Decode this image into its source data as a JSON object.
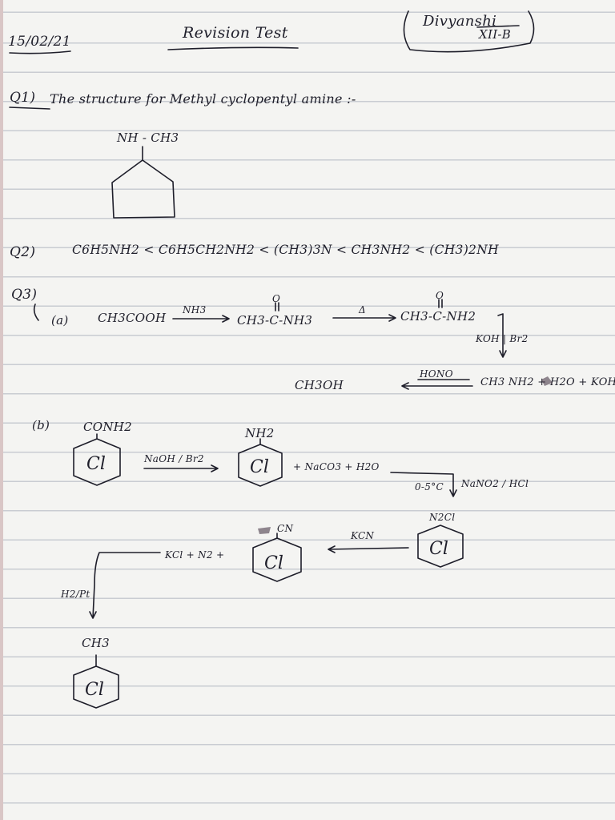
{
  "header": {
    "date": "15/02/21",
    "title": "Revision Test",
    "name": "Divyanshi",
    "class": "XII-B"
  },
  "q1": {
    "label": "Q1)",
    "text": "The structure for Methyl cyclopentyl amine :-",
    "substituent": "NH - CH3"
  },
  "q2": {
    "label": "Q2)",
    "text": "C6H5NH2 < C6H5CH2NH2 < (CH3)3N < CH3NH2 < (CH3)2NH"
  },
  "q3": {
    "label": "Q3)",
    "part_a": {
      "label": "(a)",
      "reactant": "CH3COOH",
      "reagent1": "NH3",
      "intermediate1": "CH3-C-NH3",
      "intermediate1_oxygen": "O",
      "reagent2": "Δ",
      "intermediate2": "CH3-C-NH2",
      "intermediate2_oxygen": "O",
      "reagent3": "KOH | Br2",
      "product_amine": "CH3 NH2 + H2O + KOH",
      "reagent4": "HONO",
      "final": "CH3OH"
    },
    "part_b": {
      "label": "(b)",
      "start_group": "CONH2",
      "reagent1": "NaOH / Br2",
      "amine_group": "NH2",
      "byproducts1": "+ NaCO3 + H2O",
      "reagent2": "NaNO2 / HCl",
      "condition2": "0-5°C",
      "diazo_group": "N2Cl",
      "reagent3": "KCN",
      "nitrile_group": "CN",
      "byproducts3": "KCl + N2 +",
      "reagent4": "H2/Pt",
      "final_group": "CH3",
      "ring_letter": "Cl"
    }
  }
}
